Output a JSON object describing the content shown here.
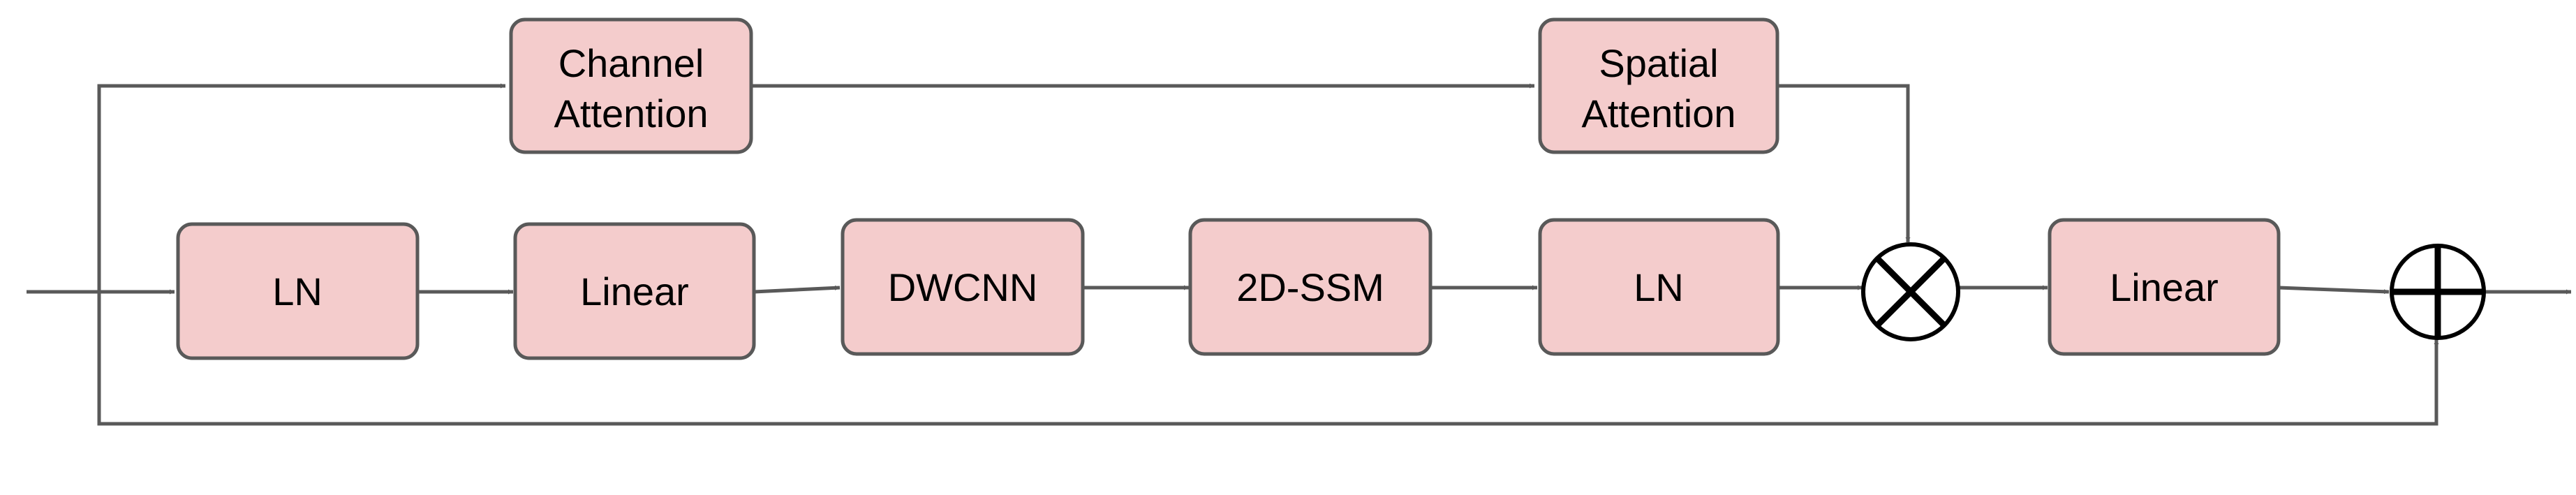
{
  "diagram": {
    "blocks": {
      "channel_attention": {
        "line1": "Channel",
        "line2": "Attention"
      },
      "spatial_attention": {
        "line1": "Spatial",
        "line2": "Attention"
      },
      "ln_1": {
        "label": "LN"
      },
      "linear_1": {
        "label": "Linear"
      },
      "dwcnn": {
        "label": "DWCNN"
      },
      "ssm_2d": {
        "label": "2D-SSM"
      },
      "ln_2": {
        "label": "LN"
      },
      "linear_2": {
        "label": "Linear"
      }
    },
    "operators": {
      "multiply": {
        "symbol": "multiply"
      },
      "add": {
        "symbol": "add"
      }
    },
    "colors": {
      "block_fill": "#f4cccc",
      "block_border": "#595959",
      "arrow": "#595959",
      "operator_stroke": "#000000"
    }
  }
}
